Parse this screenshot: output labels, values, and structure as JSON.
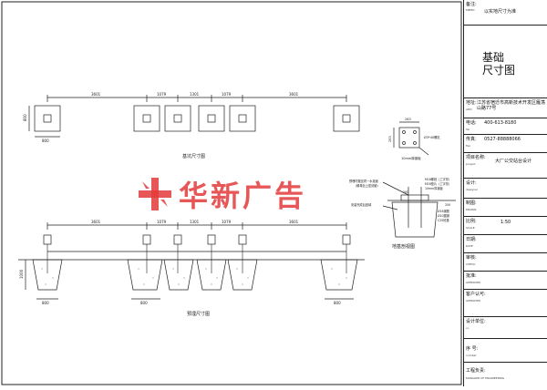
{
  "title_block": {
    "remarks_label": "备注:",
    "remarks_sub": "MEMO",
    "remarks_value": "以实地尺寸为准",
    "drawing_title_line1": "基础",
    "drawing_title_line2": "尺寸图",
    "address_label": "地址:",
    "address_sub": "ADD",
    "address_value": "江苏省宿迁市高新技术开发区雁荡山路77号",
    "phone_label": "电话:",
    "phone_sub": "Tel",
    "phone_value": "400-613-8180",
    "fax_label": "传真:",
    "fax_sub": "Fax",
    "fax_value": "0527-88888066",
    "project_label": "项目名称:",
    "project_sub": "project",
    "project_value": "大厂公交站台设计",
    "design_label": "设计:",
    "design_sub": "designer",
    "drawing_label": "制图:",
    "drawing_sub": "DRAWN",
    "scale_label": "比例:",
    "scale_sub": "SCALE",
    "scale_value": "1:50",
    "date_label": "日期:",
    "date_sub": "DATE",
    "check_label": "审核:",
    "check_sub": "CHECK",
    "approve_label": "批准:",
    "approve_sub": "APPROVED",
    "client_label": "客户认可:",
    "client_sub": "APPROVED",
    "design_unit_label": "设计单位:",
    "design_unit_sub": "co",
    "number_label": "序   号:",
    "number_sub": "number",
    "engineering_label": "工程负责:",
    "engineering_sub": "MANAGER OF ENGINEERING"
  },
  "drawing": {
    "watermark": "华新广告",
    "caption_pit": "基坑尺寸图",
    "caption_embed": "预埋尺寸图",
    "caption_foundation": "地基剖视图",
    "dims_top": [
      "3601",
      "1079",
      "1301",
      "1079",
      "3601"
    ],
    "dim_800": "800",
    "dim_1000": "1000",
    "bolt_label": "Ø3*40螺孔",
    "plate_label": "10mm厚钢板",
    "note_1": "预埋时搬至同一水准面",
    "note_2": "（螺母加上密封罐）",
    "note_3": "安装完成后回填",
    "note_m18a": "M18螺栓（工字形）",
    "note_m18b": "M18垫片（工字形）",
    "note_plate": "10mm厚钢板",
    "note_rebar": "Ø16钢筋",
    "note_bar": "Ø10圆钢",
    "note_concrete": "C25砼基",
    "dim_263": "263",
    "dim_200": "200",
    "dim_250": "250"
  }
}
